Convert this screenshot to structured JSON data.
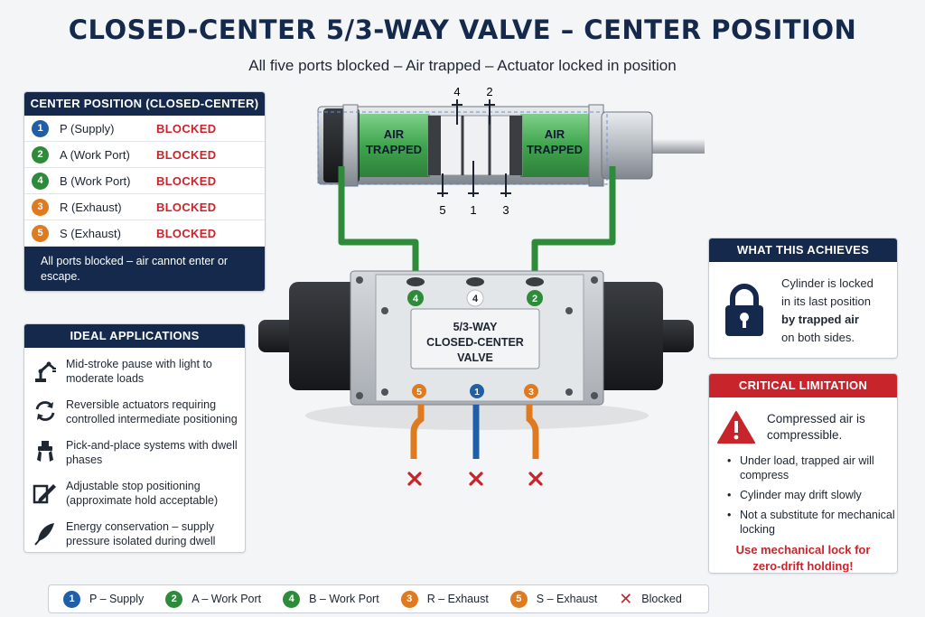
{
  "header": {
    "title": "CLOSED-CENTER 5/3-WAY VALVE – CENTER POSITION",
    "subtitle": "All five ports blocked – Air trapped – Actuator locked in position"
  },
  "center_panel": {
    "title": "CENTER POSITION (CLOSED-CENTER)",
    "rows": [
      {
        "num": "1",
        "name": "P (Supply)",
        "status": "BLOCKED",
        "color": "#1f5fa8"
      },
      {
        "num": "2",
        "name": "A (Work Port)",
        "status": "BLOCKED",
        "color": "#2e8b3a"
      },
      {
        "num": "4",
        "name": "B (Work Port)",
        "status": "BLOCKED",
        "color": "#2e8b3a"
      },
      {
        "num": "3",
        "name": "R (Exhaust)",
        "status": "BLOCKED",
        "color": "#e07a1f"
      },
      {
        "num": "5",
        "name": "S (Exhaust)",
        "status": "BLOCKED",
        "color": "#e07a1f"
      }
    ],
    "footer": "All ports blocked – air cannot enter or escape."
  },
  "applications": {
    "title": "IDEAL APPLICATIONS",
    "items": [
      {
        "text": "Mid-stroke pause with light to moderate loads",
        "icon": "robot-arm-icon"
      },
      {
        "text": "Reversible actuators requiring controlled intermediate positioning",
        "icon": "reverse-arrows-icon"
      },
      {
        "text": "Pick-and-place systems with dwell phases",
        "icon": "gripper-icon"
      },
      {
        "text": "Adjustable stop positioning (approximate hold acceptable)",
        "icon": "adjust-stop-icon"
      },
      {
        "text": "Energy conservation – supply pressure isolated during dwell",
        "icon": "feather-icon"
      }
    ]
  },
  "achieves": {
    "title": "WHAT THIS ACHIEVES",
    "line1": "Cylinder is locked",
    "line2": "in its last position",
    "line3": "by trapped air",
    "line4": "on both sides."
  },
  "critical": {
    "title": "CRITICAL LIMITATION",
    "main1": "Compressed air is",
    "main2": "compressible.",
    "bullets": [
      "Under load, trapped air will compress",
      "Cylinder may drift slowly",
      "Not a substitute for mechanical locking"
    ],
    "warning1": "Use mechanical lock for",
    "warning2": "zero-drift holding!"
  },
  "diagram": {
    "left_chamber_1": "AIR",
    "left_chamber_2": "TRAPPED",
    "right_chamber_1": "AIR",
    "right_chamber_2": "TRAPPED",
    "top_port_left": "4",
    "top_port_right": "2",
    "bottom_port_left": "5",
    "bottom_port_mid": "1",
    "bottom_port_right": "3",
    "valve_label_1": "5/3-WAY",
    "valve_label_2": "CLOSED-CENTER",
    "valve_label_3": "VALVE",
    "valve_top_left": "4",
    "valve_top_mid": "4",
    "valve_top_right": "2",
    "valve_bot_left": "5",
    "valve_bot_mid": "1",
    "valve_bot_right": "3",
    "colors": {
      "green": "#2e8b3a",
      "blue": "#1f5fa8",
      "orange": "#e07a1f",
      "red": "#c8242b"
    }
  },
  "legend": {
    "items": [
      {
        "num": "1",
        "label": "P – Supply",
        "color": "#1f5fa8"
      },
      {
        "num": "2",
        "label": "A – Work Port",
        "color": "#2e8b3a"
      },
      {
        "num": "4",
        "label": "B – Work Port",
        "color": "#2e8b3a"
      },
      {
        "num": "3",
        "label": "R – Exhaust",
        "color": "#e07a1f"
      },
      {
        "num": "5",
        "label": "S – Exhaust",
        "color": "#e07a1f"
      }
    ],
    "blocked_label": "Blocked"
  }
}
